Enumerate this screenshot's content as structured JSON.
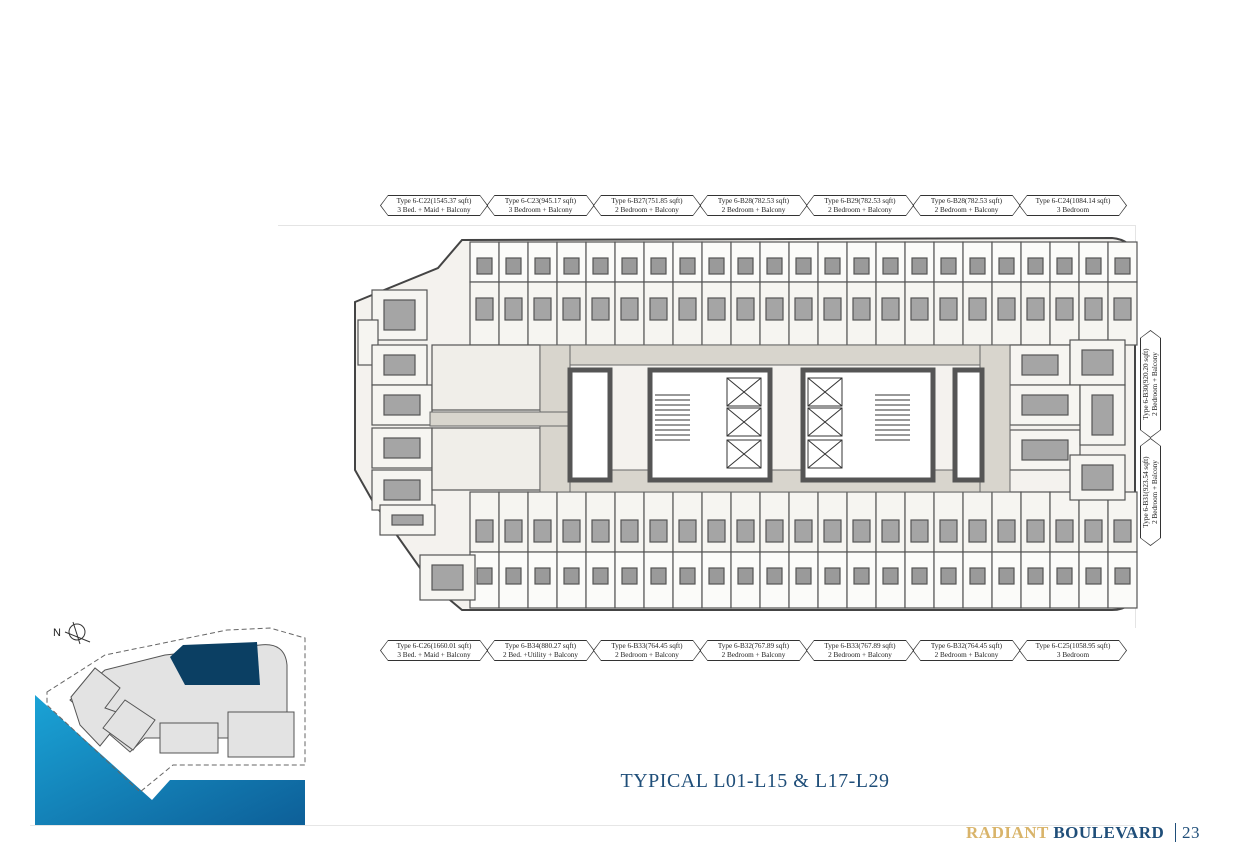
{
  "unit_labels_top": [
    {
      "type": "Type 6-C22(1545.37 sqft)",
      "desc": "3 Bed. + Maid + Balcony"
    },
    {
      "type": "Type 6-C23(945.17 sqft)",
      "desc": "3 Bedroom + Balcony"
    },
    {
      "type": "Type 6-B27(751.85 sqft)",
      "desc": "2 Bedroom + Balcony"
    },
    {
      "type": "Type 6-B28(782.53 sqft)",
      "desc": "2 Bedroom + Balcony"
    },
    {
      "type": "Type 6-B29(782.53 sqft)",
      "desc": "2 Bedroom + Balcony"
    },
    {
      "type": "Type 6-B28(782.53 sqft)",
      "desc": "2 Bedroom + Balcony"
    },
    {
      "type": "Type 6-C24(1084.14 sqft)",
      "desc": "3 Bedroom"
    }
  ],
  "unit_labels_bottom": [
    {
      "type": "Type 6-C26(1660.01 sqft)",
      "desc": "3 Bed. + Maid + Balcony"
    },
    {
      "type": "Type 6-B34(880.27 sqft)",
      "desc": "2 Bed. +Utility + Balcony"
    },
    {
      "type": "Type 6-B33(764.45 sqft)",
      "desc": "2 Bedroom + Balcony"
    },
    {
      "type": "Type 6-B32(767.89 sqft)",
      "desc": "2 Bedroom + Balcony"
    },
    {
      "type": "Type 6-B33(767.89 sqft)",
      "desc": "2 Bedroom + Balcony"
    },
    {
      "type": "Type 6-B32(764.45 sqft)",
      "desc": "2 Bedroom + Balcony"
    },
    {
      "type": "Type 6-C25(1058.95 sqft)",
      "desc": "3 Bedroom"
    }
  ],
  "unit_labels_side": [
    {
      "type": "Type 6-B30(920.20 sqft)",
      "desc": "2 Bedroom + Balcony"
    },
    {
      "type": "Type 6-B31(923.54 sqft)",
      "desc": "2 Bedroom + Balcony"
    }
  ],
  "key_map": {
    "north_label": "N",
    "highlight_color": "#0b3f63",
    "water_color": "#1a8fc4"
  },
  "title": "TYPICAL L01-L15 & L17-L29",
  "footer": {
    "brand_part1": "RADIANT",
    "brand_part2": "BOULEVARD",
    "page_number": "23",
    "brand_color1": "#d9b46a",
    "brand_color2": "#1f4e79"
  }
}
